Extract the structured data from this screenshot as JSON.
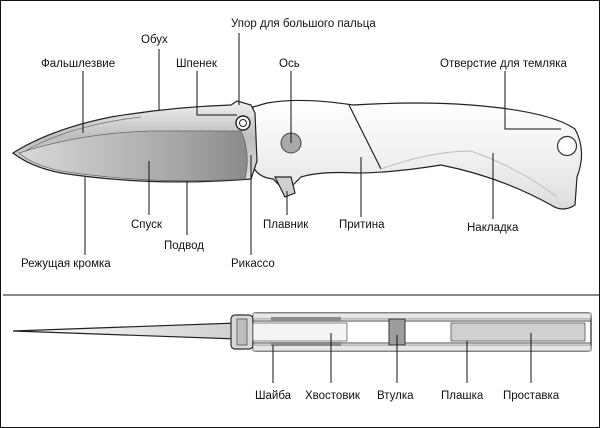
{
  "side_view": {
    "labels": {
      "false_edge": "Фальшлезвие",
      "spine": "Обух",
      "thumb_rest": "Упор для большого пальца",
      "thumb_stud": "Шпенек",
      "pivot": "Ось",
      "lanyard_hole": "Отверстие для темляка",
      "grind": "Спуск",
      "bevel": "Подвод",
      "ricasso": "Рикассо",
      "flipper": "Плавник",
      "bolster": "Притина",
      "handle_scale": "Накладка",
      "cutting_edge": "Режущая кромка"
    }
  },
  "top_view": {
    "labels": {
      "washer": "Шайба",
      "tang": "Хвостовик",
      "bushing": "Втулка",
      "liner": "Плашка",
      "spacer": "Проставка"
    }
  }
}
